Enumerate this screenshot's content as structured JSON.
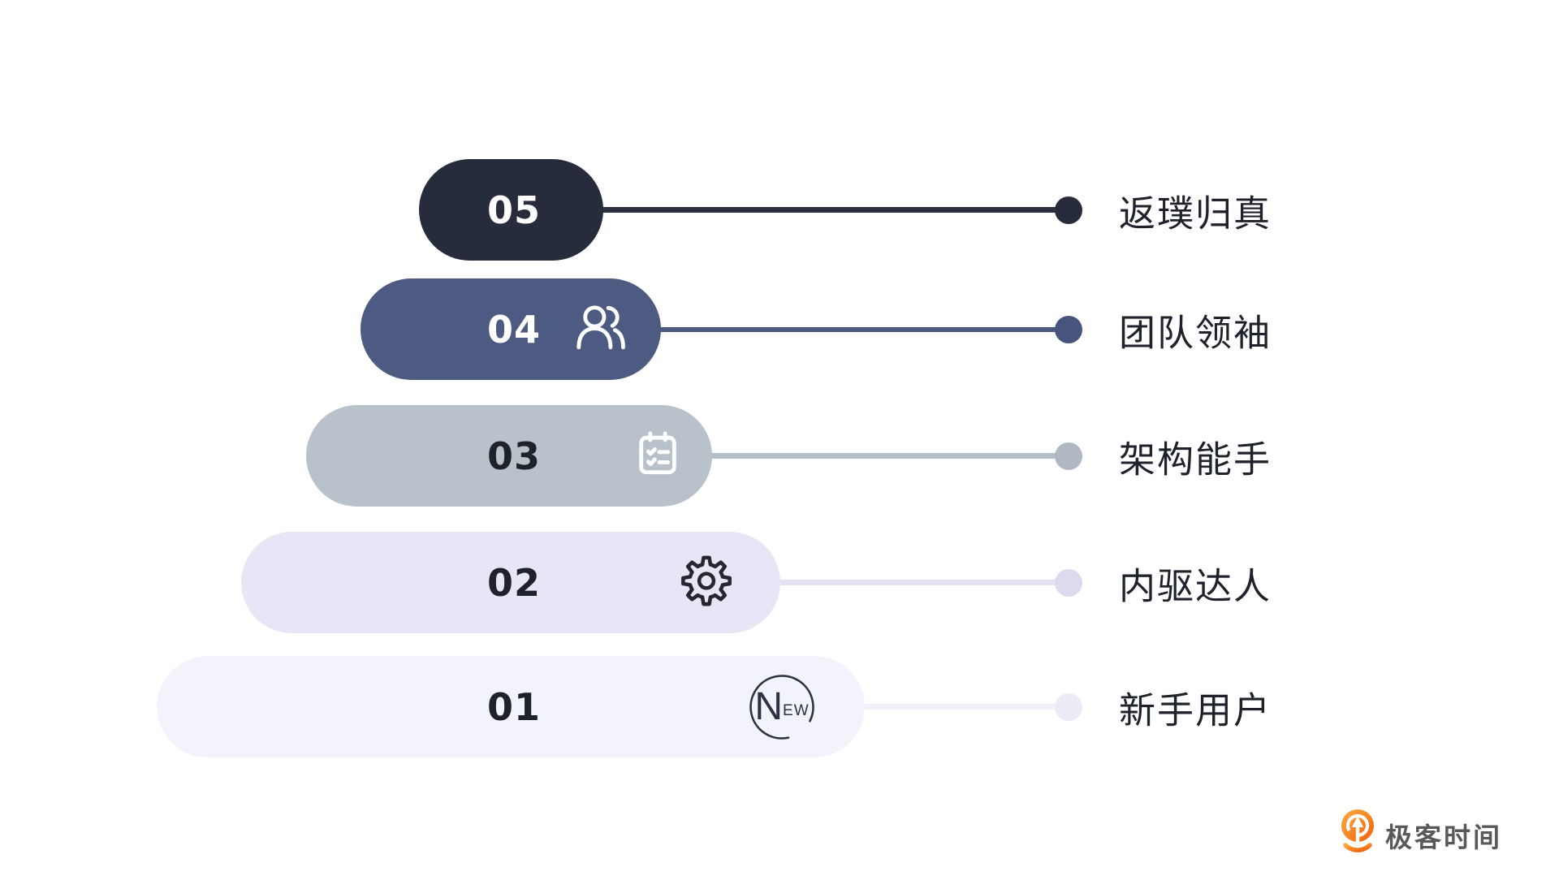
{
  "page": {
    "background": "#FFFFFF",
    "type": "growth-ladder-infographic"
  },
  "levels": [
    {
      "number": "05",
      "label": "返璞归真",
      "pill_color": "#262C3B",
      "number_color": "#FFFFFF",
      "line_color": "#2B3040",
      "dot_color": "#262C3B",
      "icon": null
    },
    {
      "number": "04",
      "label": "团队领袖",
      "pill_color": "#4D5A82",
      "number_color": "#FFFFFF",
      "line_color": "#4C5980",
      "dot_color": "#47547E",
      "icon": "users-icon"
    },
    {
      "number": "03",
      "label": "架构能手",
      "pill_color": "#B9C2CA",
      "number_color": "#1E222B",
      "line_color": "#B5BDC7",
      "dot_color": "#B0B9C3",
      "icon": "checklist-icon"
    },
    {
      "number": "02",
      "label": "内驱达人",
      "pill_color": "#E7E5F6",
      "number_color": "#1E222B",
      "line_color": "#E4E1F3",
      "dot_color": "#DDD9EF",
      "icon": "gear-icon"
    },
    {
      "number": "01",
      "label": "新手用户",
      "pill_color": "#F3F3FB",
      "number_color": "#1E222B",
      "line_color": "#F0F0F9",
      "dot_color": "#ECECF6",
      "icon": "new-badge-icon",
      "badge": {
        "large": "N",
        "small": "EW"
      }
    }
  ],
  "label_color": "#1E222B",
  "logo": {
    "text": "极客时间",
    "icon": "geektime-pin-icon",
    "text_color": "#58595B",
    "icon_gradient_top": "#FBAA41",
    "icon_gradient_bottom": "#F1610B"
  }
}
